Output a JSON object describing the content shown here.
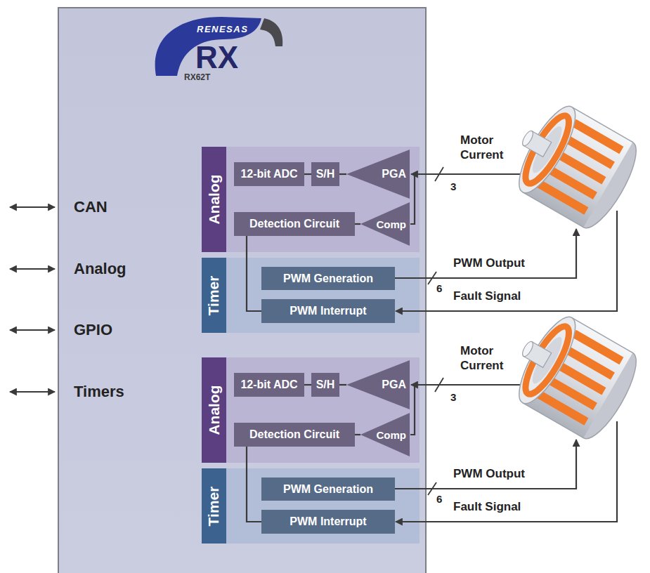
{
  "diagram": {
    "nodes": [
      {
        "text": [
          "RENESAS",
          "RX",
          "RX62T"
        ]
      },
      {
        "text": [
          "Analog"
        ],
        "in": 0
      },
      {
        "text": [
          "12-bit ADC"
        ],
        "in": 1
      },
      {
        "text": [
          "S/H"
        ],
        "in": 1
      },
      {
        "text": [
          "PGA"
        ],
        "in": 1
      },
      {
        "text": [
          "Detection Circuit"
        ],
        "in": 1
      },
      {
        "text": [
          "Comp"
        ],
        "in": 1
      },
      {
        "text": [
          "Timer"
        ],
        "in": 0
      },
      {
        "text": [
          "PWM Generation"
        ],
        "in": 7
      },
      {
        "text": [
          "PWM Interrupt"
        ],
        "in": 7
      },
      {
        "text": [
          "Analog"
        ],
        "in": 0
      },
      {
        "text": [
          "12-bit ADC"
        ],
        "in": 10
      },
      {
        "text": [
          "S/H"
        ],
        "in": 10
      },
      {
        "text": [
          "PGA"
        ],
        "in": 10
      },
      {
        "text": [
          "Detection Circuit"
        ],
        "in": 10
      },
      {
        "text": [
          "Comp"
        ],
        "in": 10
      },
      {
        "text": [
          "Timer"
        ],
        "in": 0
      },
      {
        "text": [
          "PWM Generation"
        ],
        "in": 16
      },
      {
        "text": [
          "PWM Interrupt"
        ],
        "in": 16
      }
    ],
    "edges": [
      {
        "from": 2,
        "to": 3,
        "arrow": "none"
      },
      {
        "from": 3,
        "to": 4,
        "arrow": "none"
      },
      {
        "from": 6,
        "to": 5,
        "arrow": "none"
      },
      {
        "from": 5,
        "to": 9,
        "arrow": "none"
      },
      {
        "from": 11,
        "to": 12,
        "arrow": "none"
      },
      {
        "from": 12,
        "to": 13,
        "arrow": "none"
      },
      {
        "from": 15,
        "to": 14,
        "arrow": "none"
      },
      {
        "from": 14,
        "to": 18,
        "arrow": "none"
      }
    ],
    "labels": [
      "CAN",
      "Analog",
      "GPIO",
      "Timers",
      "Motor Current",
      "3",
      "PWM Output",
      "6",
      "Fault Signal",
      "Motor Current",
      "3",
      "PWM Output",
      "6",
      "Fault Signal"
    ]
  }
}
